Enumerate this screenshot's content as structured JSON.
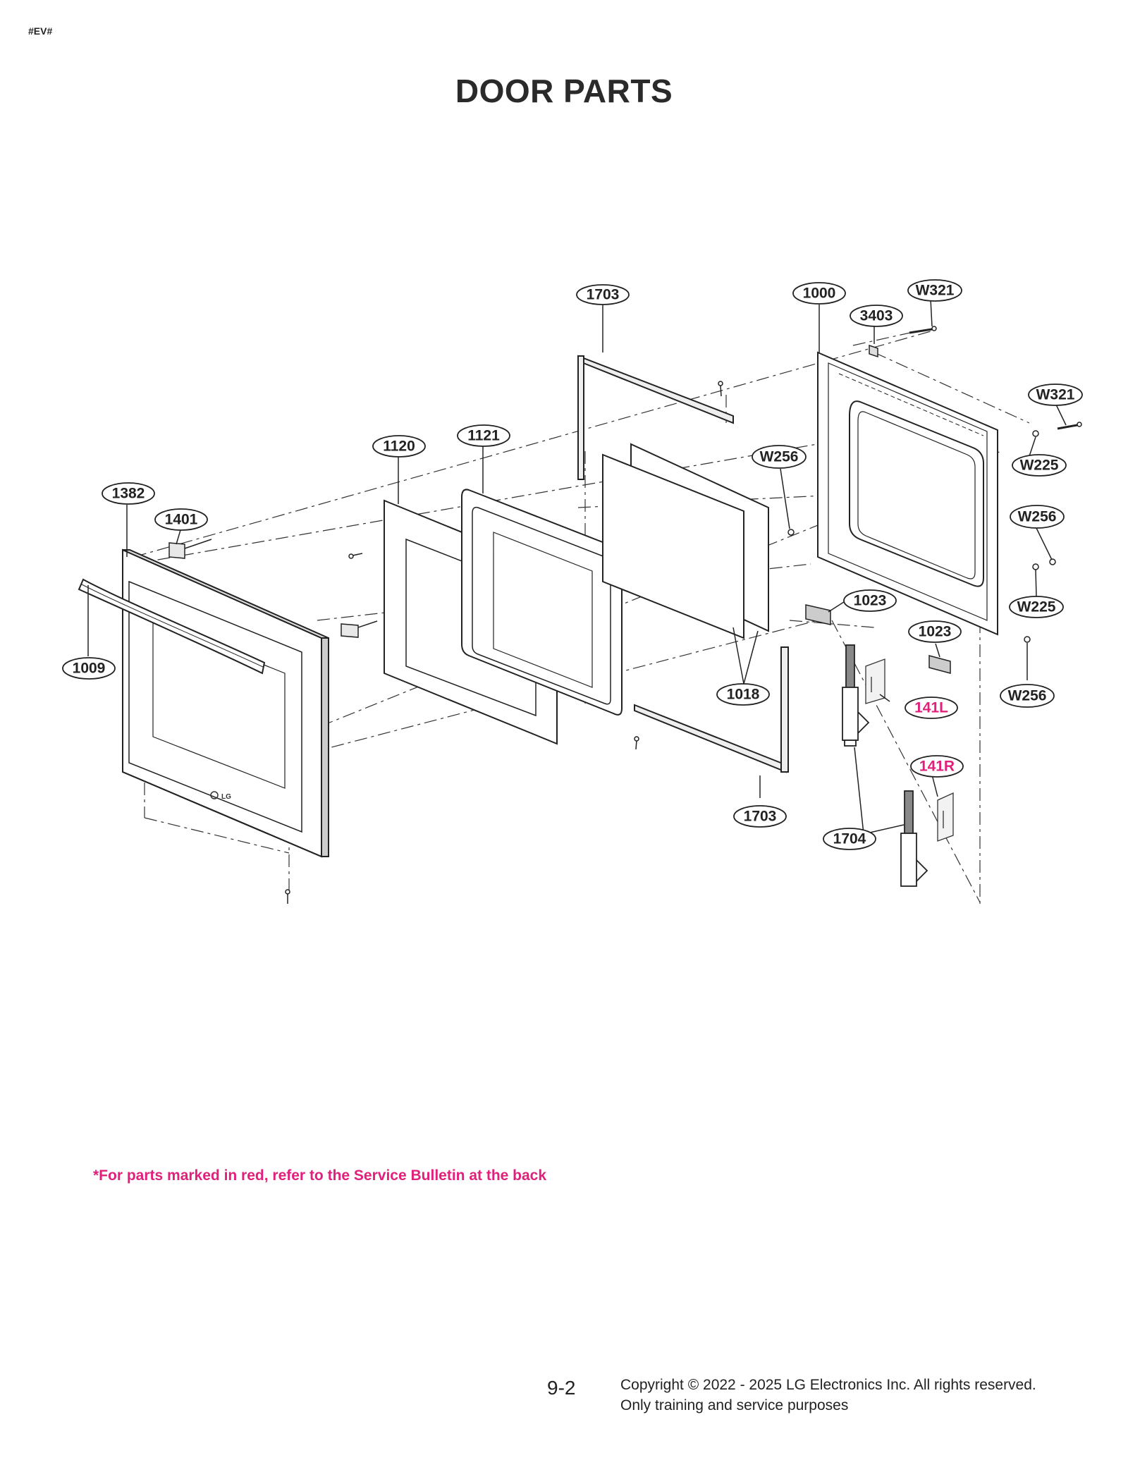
{
  "header": {
    "tag": "#EV#",
    "title": "DOOR PARTS"
  },
  "callouts": [
    {
      "id": "c1703-top",
      "label": "1703",
      "color": "#222222"
    },
    {
      "id": "c1000",
      "label": "1000",
      "color": "#222222"
    },
    {
      "id": "cW321-a",
      "label": "W321",
      "color": "#222222"
    },
    {
      "id": "c3403",
      "label": "3403",
      "color": "#222222"
    },
    {
      "id": "cW321-b",
      "label": "W321",
      "color": "#222222"
    },
    {
      "id": "c1121",
      "label": "1121",
      "color": "#222222"
    },
    {
      "id": "c1120",
      "label": "1120",
      "color": "#222222"
    },
    {
      "id": "cW256-a",
      "label": "W256",
      "color": "#222222"
    },
    {
      "id": "cW225-a",
      "label": "W225",
      "color": "#222222"
    },
    {
      "id": "c1382",
      "label": "1382",
      "color": "#222222"
    },
    {
      "id": "c1401",
      "label": "1401",
      "color": "#222222"
    },
    {
      "id": "cW256-b",
      "label": "W256",
      "color": "#222222"
    },
    {
      "id": "c1023-a",
      "label": "1023",
      "color": "#222222"
    },
    {
      "id": "cW225-b",
      "label": "W225",
      "color": "#222222"
    },
    {
      "id": "c1023-b",
      "label": "1023",
      "color": "#222222"
    },
    {
      "id": "c1009",
      "label": "1009",
      "color": "#222222"
    },
    {
      "id": "c1018",
      "label": "1018",
      "color": "#222222"
    },
    {
      "id": "cW256-c",
      "label": "W256",
      "color": "#222222"
    },
    {
      "id": "c141L",
      "label": "141L",
      "color": "#e0207a"
    },
    {
      "id": "c141R",
      "label": "141R",
      "color": "#e0207a"
    },
    {
      "id": "c1703-bottom",
      "label": "1703",
      "color": "#222222"
    },
    {
      "id": "c1704",
      "label": "1704",
      "color": "#222222"
    }
  ],
  "note": "*For parts marked in red, refer to the Service Bulletin at the back",
  "footer": {
    "page": "9-2",
    "copyright_line1": "Copyright © 2022 - 2025 LG Electronics Inc. All rights reserved.",
    "copyright_line2": "Only training and service purposes"
  },
  "colors": {
    "accent_red": "#e0207a",
    "line": "#222222"
  }
}
